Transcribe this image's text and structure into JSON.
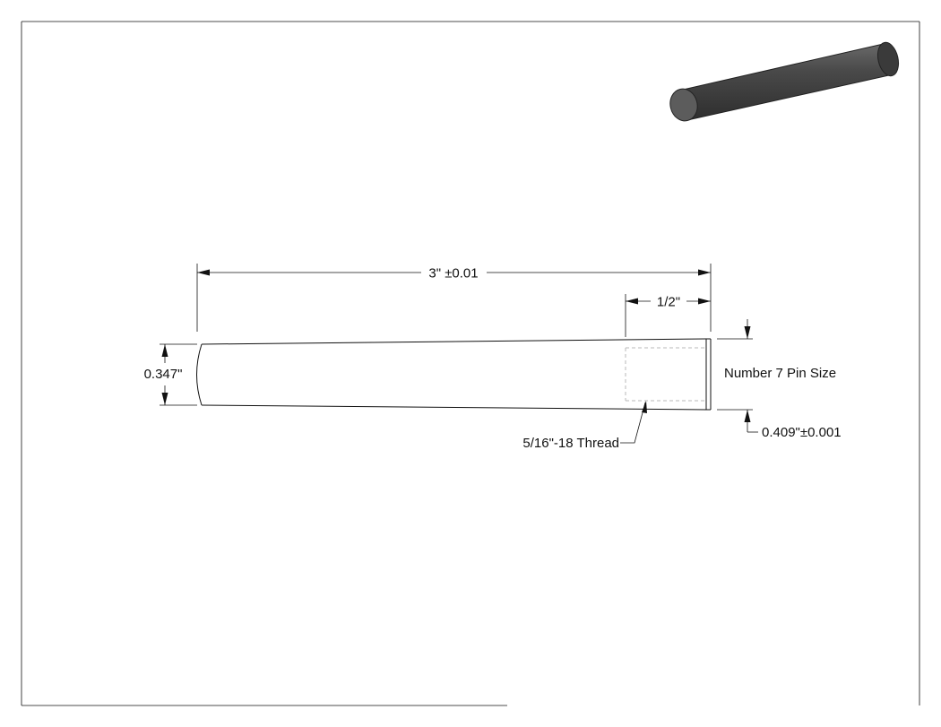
{
  "drawing": {
    "dimensions": {
      "overall_length": "3\" ±0.01",
      "thread_length": "1/2\"",
      "small_diameter": "0.347\"",
      "large_diameter": "0.409\"±0.001"
    },
    "notes": {
      "pin_size": "Number 7 Pin Size",
      "thread_callout": "5/16\"-18 Thread"
    }
  },
  "colors": {
    "line": "#111111",
    "hidden_line": "#b8b8b8",
    "rod_dark": "#3d3d3d",
    "rod_light": "#5a5a5a"
  }
}
